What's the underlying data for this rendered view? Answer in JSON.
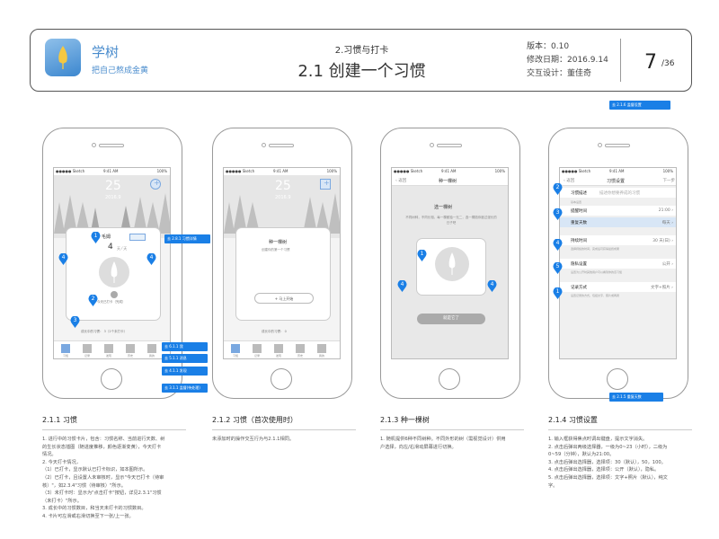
{
  "header": {
    "app_name": "学树",
    "slogan": "把自己熬成金黄",
    "section": "2.习惯与打卡",
    "title": "2.1 创建一个习惯",
    "version": "版本：0.10",
    "date": "修改日期：2016.9.14",
    "designer": "交互设计：董佳奇",
    "page_num": "7",
    "page_total": "/36"
  },
  "phones": {
    "p1": {
      "status_left": "●●●●● Sketch",
      "status_time": "9:41 AM",
      "status_right": "100%",
      "day": "25",
      "date": "2016.9",
      "habit_name": "毛姆",
      "stat_num": "4",
      "stat_suffix": "天 ⁄ 天",
      "badge": "已打卡",
      "checkin_hint": "今天已打卡（完成）",
      "progress_text": "成长中的习惯： 3（2个未打卡）",
      "tabs": [
        "习惯",
        "记录",
        "发现",
        "历史",
        "我的"
      ]
    },
    "p2": {
      "status_left": "●●●●● Sketch",
      "status_time": "9:41 AM",
      "status_right": "100%",
      "day": "25",
      "date": "2016.9",
      "card_title": "种一棵树",
      "card_sub": "创建你的第一个习惯",
      "plant_button": "+  马上开始",
      "progress_text": "成长中的习惯： 0",
      "tabs": [
        "习惯",
        "记录",
        "发现",
        "历史",
        "我的"
      ]
    },
    "p3": {
      "status_left": "●●●●● Sketch",
      "status_time": "9:41 AM",
      "status_right": "100%",
      "back": "‹ 返回",
      "nav_title": "种一棵树",
      "card_title": "选一棵树",
      "card_text": "不同树种，不同长相，每一棵都独一无二，选一棵陪你度过漫长的日子吧",
      "confirm_button": "就是它了"
    },
    "p4": {
      "status_left": "●●●●● Sketch",
      "status_time": "9:41 AM",
      "status_right": "100%",
      "back": "‹ 返回",
      "nav_title": "习惯设置",
      "next": "下一步",
      "rows": [
        {
          "label": "习惯描述",
          "value": "描述你想要养成的习惯"
        },
        {
          "label": "提醒时间",
          "value": "21:00 ›"
        },
        {
          "label": "重复天数",
          "value": "每天 ›"
        },
        {
          "label": "持续时间",
          "value": "30 天(日) ›"
        },
        {
          "label": "隐私设置",
          "value": "公开 ›"
        },
        {
          "label": "记录方式",
          "value": "文字+照片 ›"
        }
      ],
      "section_label": "基本设置",
      "notes": [
        "选择持续的时间，完成后可获得最终成果",
        "设置为公开时其他用户可以看到你的该习惯",
        "设置记录的方式，包括文字、照片或两者"
      ]
    }
  },
  "pins": [
    "1",
    "2",
    "3",
    "4",
    "4",
    "1",
    "2",
    "3",
    "4",
    "5",
    "1",
    "4",
    "4"
  ],
  "tags": {
    "t1": "去 2.8.1 习惯详情",
    "t2": "去 6.1.1 我",
    "t3": "去 5.1.1 消息",
    "t4": "去 4.1.1 发现",
    "t5": "去 3.1.1 监督(待处理)",
    "t6": "去 2.1.6 监督设置",
    "t7": "去 2.1.5 重复天数"
  },
  "sections": [
    {
      "title": "2.1.1 习惯",
      "notes": [
        "1. 进行中的习惯卡片，包含：习惯名称、当前进行天数、树",
        "的生长状态插图（随进度推移，颜色逐渐变黄），今天打卡",
        "情况。",
        "2. 今天打卡情况，",
        "（1）已打卡，显示默认已打卡标识，如本图所示。",
        "（2）已打卡，且设置人未审核时，显示\"今天已打卡（待审",
        "核）\"，如2.3.4\"习惯（待审核）\"所示。",
        "（3）未打卡时：显示为\"点击打卡\"按钮，详见2.3.1\"习惯",
        "（未打卡）\"所示。",
        "3. 成长中的习惯数目，和当天未打卡的习惯数目。",
        "4. 卡片可左滑或右滑切换至下一张/上一张。"
      ]
    },
    {
      "title": "2.1.2 习惯（首次使用时）",
      "notes": [
        "未添加时的操作交互行为与2.1.1相同。"
      ]
    },
    {
      "title": "2.1.3 种一棵树",
      "notes": [
        "1. 随机提供6种不同树种。不同外形的树（需视觉设计）供用",
        "户选择，向左/右滑动屏幕进行切换。"
      ]
    },
    {
      "title": "2.1.4 习惯设置",
      "notes": [
        "1. 输入框获得焦点时调出键盘，提示文字消失。",
        "2. 点击后弹出两级选择器，一级为0~23（小时），二级为",
        "0~59（分钟），默认为21:00。",
        "3. 点击后弹出选择器，选择项：30（默认），50，100。",
        "4. 点击后弹出选择器，选择项：公开（默认），隐私。",
        "5. 点击后弹出选择器，选择项：文字+照片（默认），纯文",
        "字。"
      ]
    }
  ],
  "colors": {
    "accent": "#1a7fe6",
    "logo": "#4a8ccd"
  }
}
